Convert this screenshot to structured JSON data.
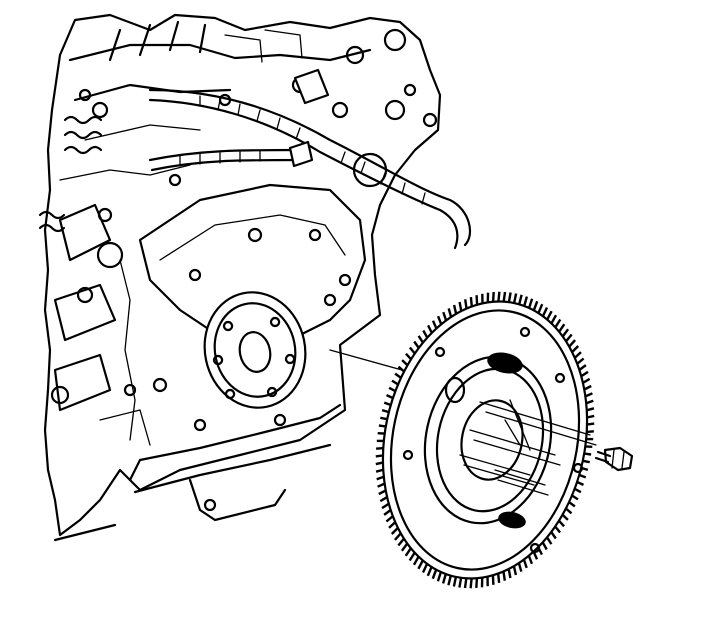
{
  "figure": {
    "components": [
      {
        "name": "engine-block",
        "label": ""
      },
      {
        "name": "crankshaft-flange",
        "label": ""
      },
      {
        "name": "flexplate",
        "label": ""
      },
      {
        "name": "flexplate-bolt",
        "label": ""
      }
    ],
    "bolt_count": 6,
    "ring_gear_teeth": 120,
    "colors": {
      "line": "#000000",
      "background": "#ffffff"
    }
  }
}
